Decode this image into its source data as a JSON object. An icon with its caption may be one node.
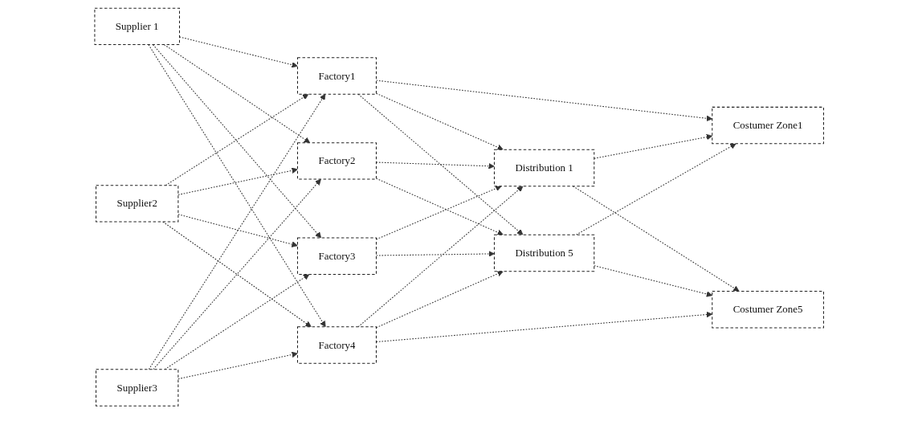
{
  "diagram": {
    "nodes": [
      {
        "text": [
          "Supplier 1"
        ]
      },
      {
        "text": [
          "Supplier2"
        ]
      },
      {
        "text": [
          "Supplier3"
        ]
      },
      {
        "text": [
          "Factory1"
        ]
      },
      {
        "text": [
          "Factory2"
        ]
      },
      {
        "text": [
          "Factory3"
        ]
      },
      {
        "text": [
          "Factory4"
        ]
      },
      {
        "text": [
          "Distribution 1"
        ]
      },
      {
        "text": [
          "Distribution 5"
        ]
      },
      {
        "text": [
          "Costumer Zone1"
        ]
      },
      {
        "text": [
          "Costumer Zone5"
        ]
      }
    ],
    "edges": [
      {
        "from": 0,
        "to": 3,
        "arrow": "to",
        "style": "dashed"
      },
      {
        "from": 0,
        "to": 4,
        "arrow": "to",
        "style": "dashed"
      },
      {
        "from": 0,
        "to": 5,
        "arrow": "to",
        "style": "dashed"
      },
      {
        "from": 0,
        "to": 6,
        "arrow": "to",
        "style": "dashed"
      },
      {
        "from": 1,
        "to": 3,
        "arrow": "to",
        "style": "dashed"
      },
      {
        "from": 1,
        "to": 4,
        "arrow": "to",
        "style": "dashed"
      },
      {
        "from": 1,
        "to": 5,
        "arrow": "to",
        "style": "dashed"
      },
      {
        "from": 1,
        "to": 6,
        "arrow": "to",
        "style": "dashed"
      },
      {
        "from": 2,
        "to": 3,
        "arrow": "to",
        "style": "dashed"
      },
      {
        "from": 2,
        "to": 4,
        "arrow": "to",
        "style": "dashed"
      },
      {
        "from": 2,
        "to": 5,
        "arrow": "to",
        "style": "dashed"
      },
      {
        "from": 2,
        "to": 6,
        "arrow": "to",
        "style": "dashed"
      },
      {
        "from": 3,
        "to": 7,
        "arrow": "to",
        "style": "dashed"
      },
      {
        "from": 3,
        "to": 8,
        "arrow": "to",
        "style": "dashed"
      },
      {
        "from": 4,
        "to": 7,
        "arrow": "to",
        "style": "dashed"
      },
      {
        "from": 4,
        "to": 8,
        "arrow": "to",
        "style": "dashed"
      },
      {
        "from": 5,
        "to": 7,
        "arrow": "to",
        "style": "dashed"
      },
      {
        "from": 5,
        "to": 8,
        "arrow": "to",
        "style": "dashed"
      },
      {
        "from": 6,
        "to": 7,
        "arrow": "to",
        "style": "dashed"
      },
      {
        "from": 6,
        "to": 8,
        "arrow": "to",
        "style": "dashed"
      },
      {
        "from": 7,
        "to": 9,
        "arrow": "to",
        "style": "dashed"
      },
      {
        "from": 7,
        "to": 10,
        "arrow": "to",
        "style": "dashed"
      },
      {
        "from": 8,
        "to": 9,
        "arrow": "to",
        "style": "dashed"
      },
      {
        "from": 8,
        "to": 10,
        "arrow": "to",
        "style": "dashed"
      },
      {
        "from": 3,
        "to": 9,
        "arrow": "to",
        "style": "dashed"
      },
      {
        "from": 6,
        "to": 10,
        "arrow": "to",
        "style": "dashed"
      }
    ]
  }
}
